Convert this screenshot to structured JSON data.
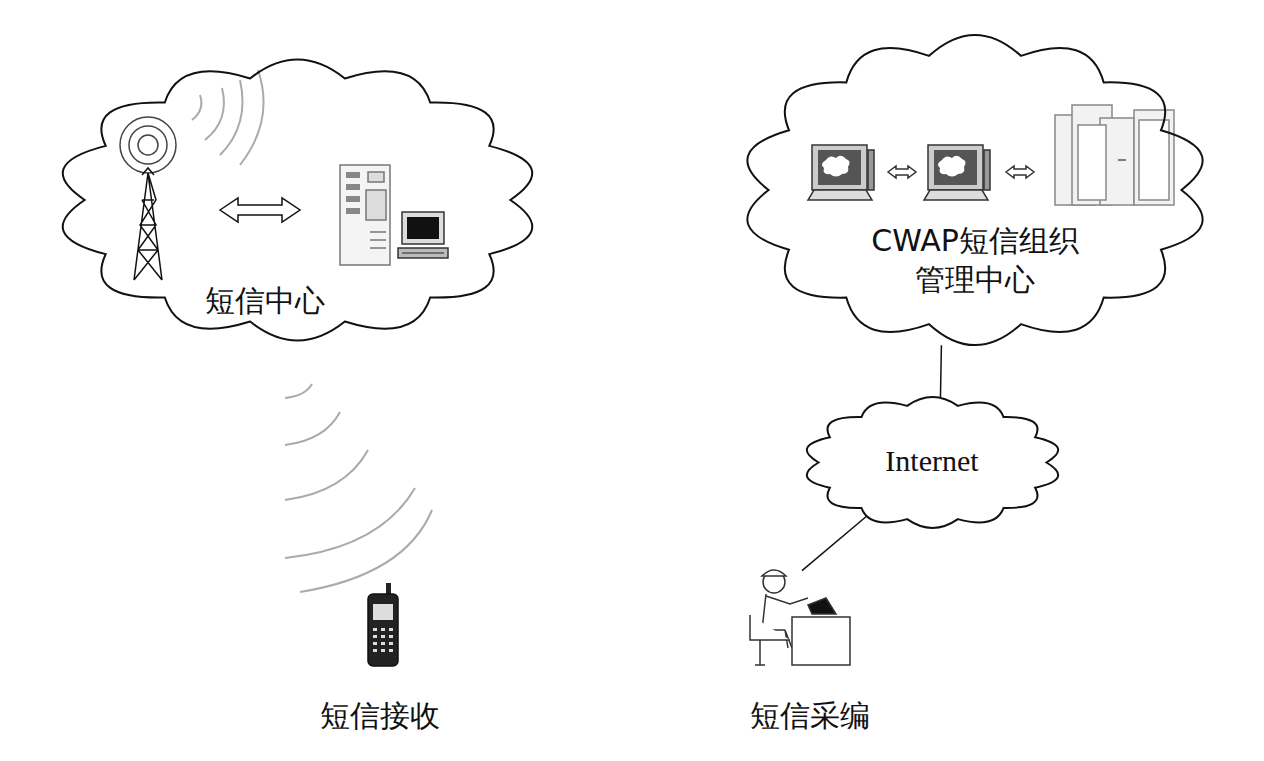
{
  "diagram": {
    "nodes": [
      {
        "text": [
          "短信中心"
        ]
      },
      {
        "text": [
          "CWAP短信组织 管理中心"
        ]
      },
      {
        "text": [
          "Internet"
        ]
      },
      {
        "text": [
          "短信接收"
        ]
      },
      {
        "text": [
          "短信采编"
        ]
      }
    ],
    "edges": [
      {
        "from": 1,
        "to": 2,
        "arrow": "none"
      },
      {
        "from": 2,
        "to": 4,
        "arrow": "none"
      }
    ]
  }
}
